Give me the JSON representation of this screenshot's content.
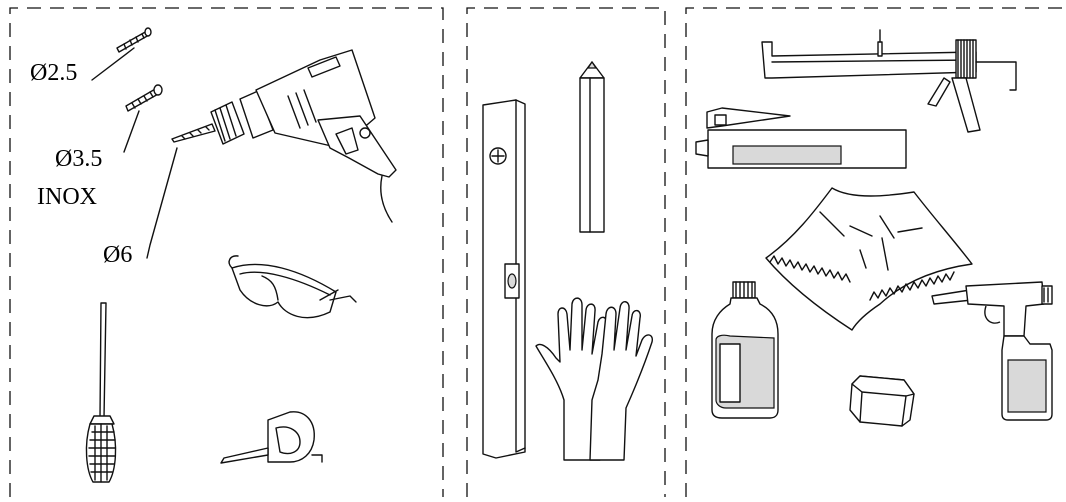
{
  "labels": {
    "screw_small": "Ø2.5",
    "screw_large": "Ø3.5",
    "screw_material": "INOX",
    "drill_bit": "Ø6"
  }
}
